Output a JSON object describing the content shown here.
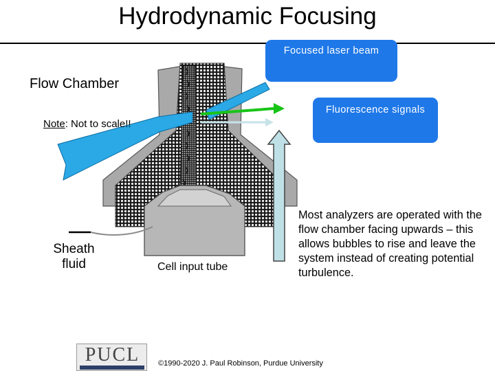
{
  "title": "Hydrodynamic Focusing",
  "labels": {
    "laser_box": "Focused laser beam",
    "fluorescence_box": "Fluorescence signals",
    "flow_chamber": "Flow Chamber",
    "note_word": "Note",
    "note_rest": ": Not to scale!!",
    "sheath_fluid": "Sheath fluid",
    "cell_input": "Cell input tube",
    "description": "Most analyzers are operated with the flow chamber facing upwards – this allows bubbles to rise and leave the system instead of creating potential turbulence.",
    "copyright": "©1990-2020  J. Paul Robinson, Purdue University",
    "logo": "PUCL"
  },
  "colors": {
    "box_fill": "#1f78e8",
    "laser_beam": "#2aa9e6",
    "fluorescence_arrow": "#18c418",
    "scatter_arrow": "#c6e3e8",
    "chamber_gray": "#a9a9a9",
    "input_tube_gray": "#b7b7b7"
  }
}
